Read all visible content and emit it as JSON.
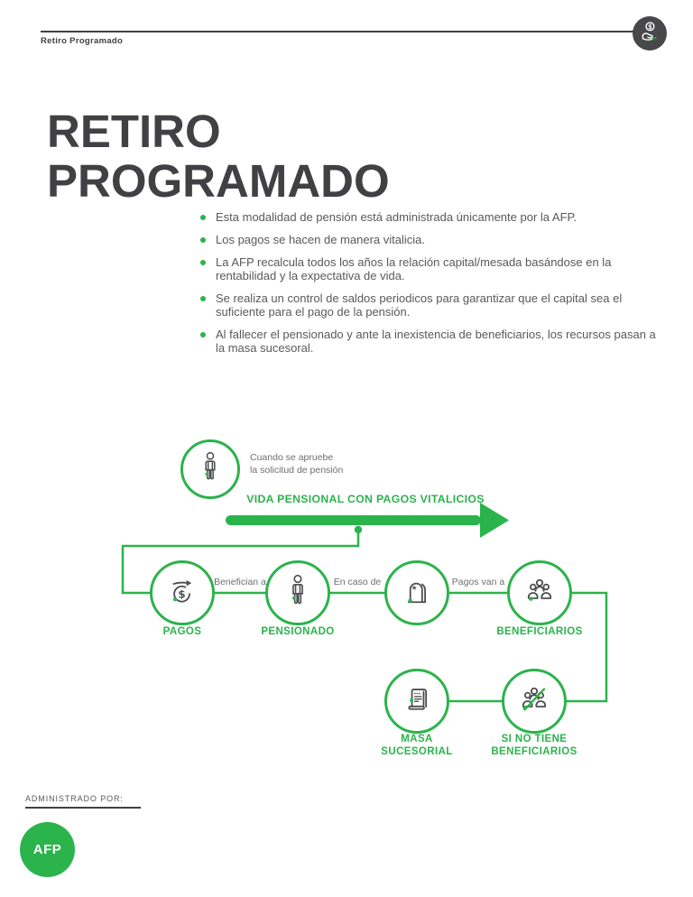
{
  "colors": {
    "green": "#2bb34c",
    "title_dark": "#414045",
    "body_text": "#58595b",
    "muted_text": "#6d6e71",
    "badge_bg": "#48484a",
    "white": "#ffffff"
  },
  "page": {
    "header": {
      "breadcrumb": "Retiro Programado",
      "badge_icon": "hand-coin-icon"
    },
    "title": {
      "line1": "RETIRO",
      "line2": "PROGRAMADO"
    },
    "bullets": [
      "Esta modalidad de pensión está administrada únicamente por la AFP.",
      "Los pagos se hacen de manera vitalicia.",
      "La AFP recalcula todos los años la relación capital/mesada basándose en la rentabilidad y la expectativa de vida.",
      "Se realiza un control de saldos periodicos para garantizar que el capital sea el suficiente para el pago de la pensión.",
      "Al fallecer el pensionado y ante la inexistencia de beneficiarios, los recursos pasan a la masa sucesoral."
    ],
    "diagram": {
      "start": {
        "icon": "person-icon",
        "caption_line1": "Cuando se apruebe",
        "caption_line2": "la solicitud de pensión"
      },
      "timeline_label": "VIDA PENSIONAL CON PAGOS VITALICIOS",
      "edges": {
        "benefician": "Benefician a",
        "en_caso": "En caso de",
        "pagos_van": "Pagos van a"
      },
      "nodes": {
        "pagos": {
          "label": "PAGOS",
          "icon": "money-payment-icon"
        },
        "pensionado": {
          "label": "PENSIONADO",
          "icon": "person-icon"
        },
        "fallecimiento": {
          "icon": "tombstone-icon"
        },
        "beneficiarios": {
          "label": "BENEFICIARIOS",
          "icon": "people-group-icon"
        },
        "masa_sucesorial": {
          "label_line1": "MASA",
          "label_line2": "SUCESORIAL",
          "icon": "scroll-icon"
        },
        "sin_beneficiarios": {
          "label_line1": "SI NO TIENE",
          "label_line2": "BENEFICIARIOS",
          "icon": "people-group-crossed-icon"
        }
      }
    },
    "footer": {
      "administered_by": "ADMINISTRADO POR:",
      "afp_label": "AFP"
    }
  }
}
